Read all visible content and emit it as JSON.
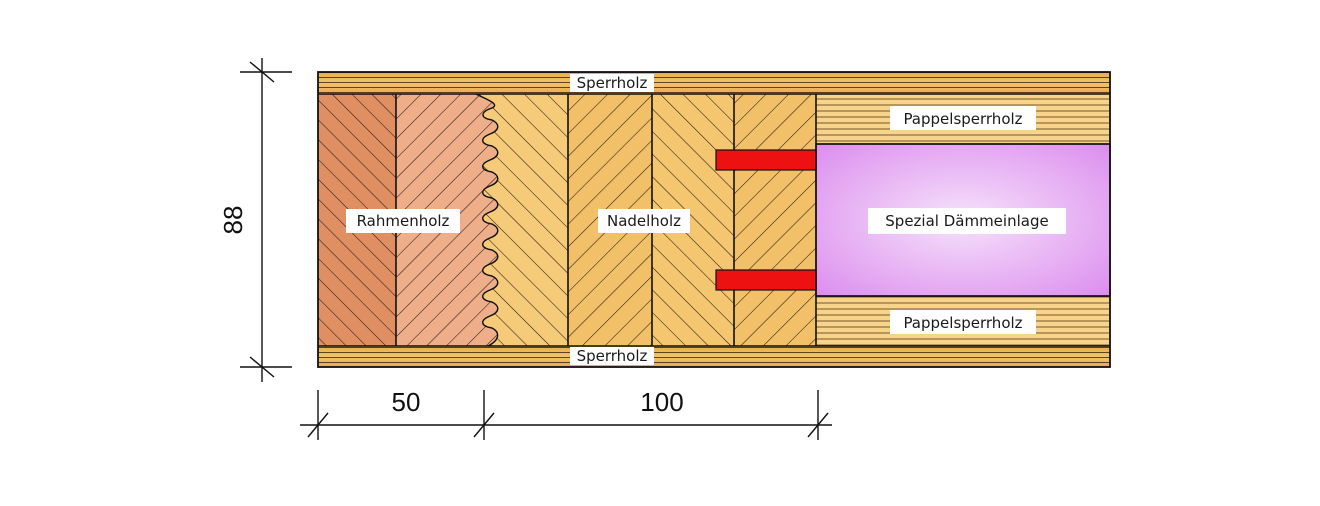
{
  "labels": {
    "top_layer": "Sperrholz",
    "bottom_layer": "Sperrholz",
    "frame": "Rahmenholz",
    "core": "Nadelholz",
    "insulation": "Spezial Dämmeinlage",
    "poplar_top": "Pappelsperrholz",
    "poplar_bottom": "Pappelsperrholz"
  },
  "dimensions": {
    "height": "88",
    "frame_width": "50",
    "core_width": "100"
  },
  "colors": {
    "frame_wood": "#e49b6e",
    "frame_wood_light": "#efae8a",
    "core_wood": "#f3c46c",
    "plywood": "#efb95c",
    "poplar": "#f7d48a",
    "insulation": "#e6a8f2",
    "seal": "#ee1111",
    "line": "#1a1a1a"
  }
}
